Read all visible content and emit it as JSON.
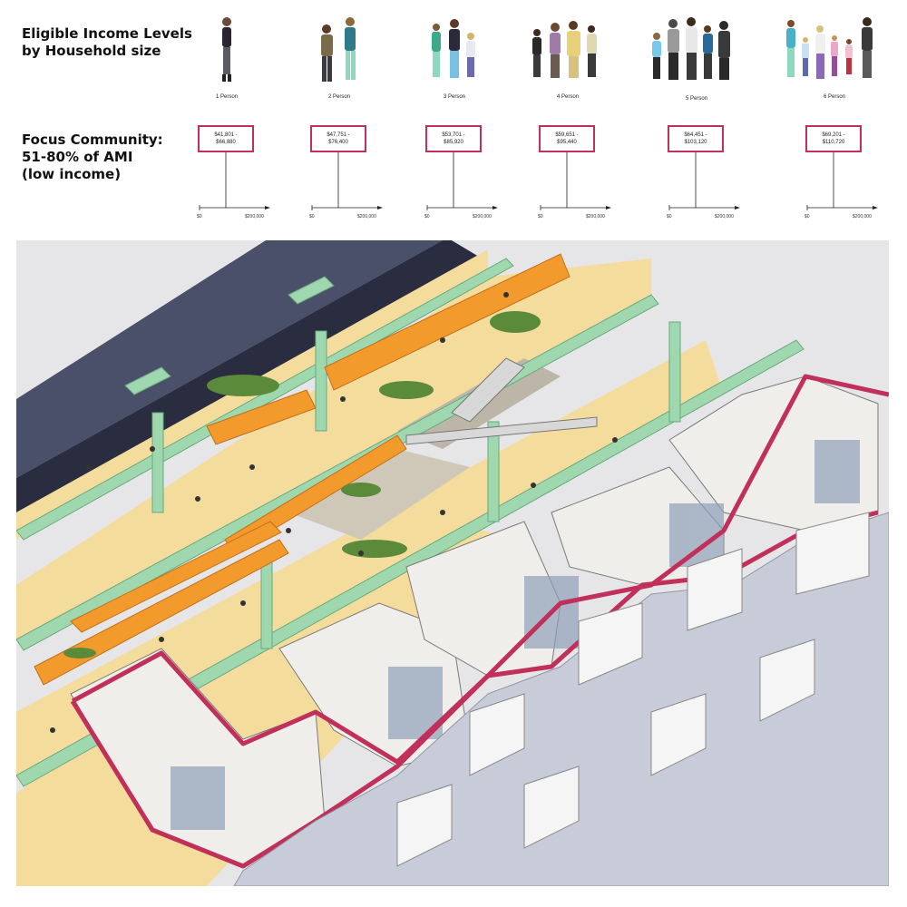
{
  "headings": {
    "income_title": "Eligible Income Levels\nby Household size",
    "focus_title": "Focus Community:\n51-80% of AMI\n(low income)"
  },
  "colors": {
    "frame": "#c0305a",
    "deck": "#f3dc9c",
    "structure": "#9fd8ae",
    "railing": "#f39a2c",
    "glass": "#4a4f6a"
  },
  "axis_ticks": {
    "min": "$0",
    "max": "$200,000"
  },
  "households": [
    {
      "label": "1 Person",
      "range": "$41,801 -\n$66,880"
    },
    {
      "label": "2 Person",
      "range": "$47,751 -\n$76,400"
    },
    {
      "label": "3 Person",
      "range": "$53,701 -\n$85,920"
    },
    {
      "label": "4 Person",
      "range": "$59,651 -\n$95,440"
    },
    {
      "label": "5 Person",
      "range": "$64,451 -\n$103,120"
    },
    {
      "label": "6 Person",
      "range": "$69,201 -\n$110,720"
    }
  ]
}
